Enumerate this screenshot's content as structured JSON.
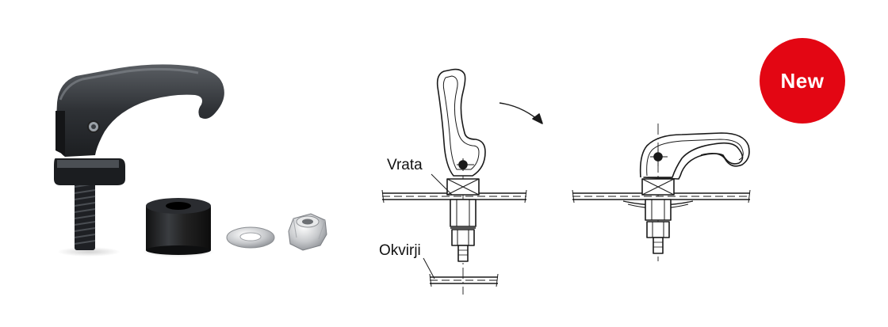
{
  "badge": {
    "text": "New",
    "color": "#e30613"
  },
  "labels": {
    "door": "Vrata",
    "frame": "Okvirji"
  },
  "icons": [
    "cam-lever-handle-icon",
    "rotation-arrow-icon"
  ]
}
